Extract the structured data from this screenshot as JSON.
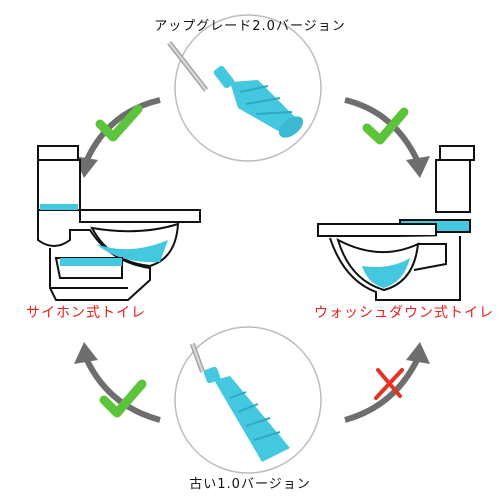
{
  "top_plunger": {
    "caption": "アップグレード2.0バージョン"
  },
  "bottom_plunger": {
    "caption": "古い1.0バージョン"
  },
  "left_toilet": {
    "caption": "サイホン式トイレ"
  },
  "right_toilet": {
    "caption": "ウォッシュダウン式トイレ"
  },
  "colors": {
    "accent_blue": "#44c8e0",
    "check_green": "#5cc43a",
    "cross_red": "#e53222",
    "arrow_gray": "#6e6e6e",
    "caption_red": "#e8201c"
  }
}
